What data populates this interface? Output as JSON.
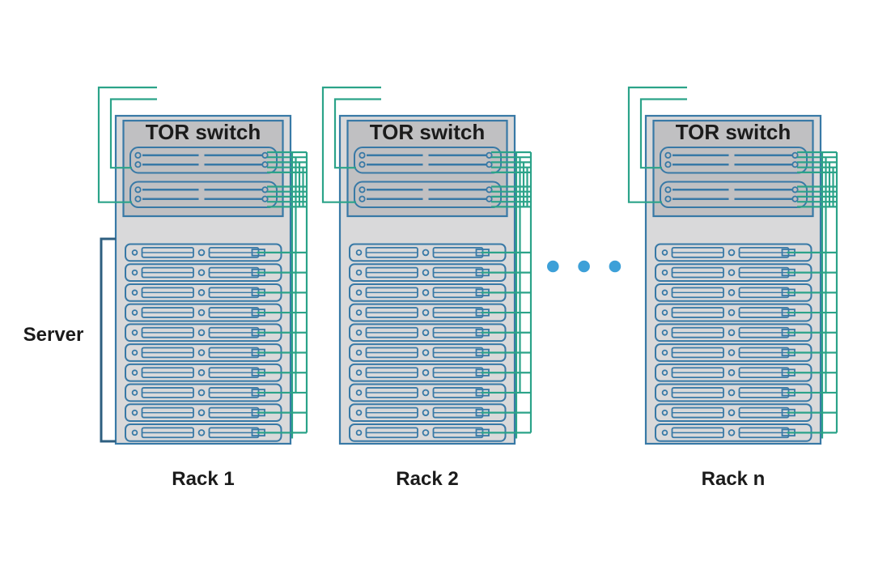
{
  "diagram": {
    "type": "datacenter-rack-topology",
    "server_group_label": "Server",
    "racks": [
      {
        "label": "Rack 1",
        "tor_label": "TOR switch"
      },
      {
        "label": "Rack 2",
        "tor_label": "TOR switch"
      },
      {
        "label": "Rack n",
        "tor_label": "TOR switch"
      }
    ],
    "servers_per_rack": 10,
    "switch_units_per_rack": 2,
    "port_rows_per_switch_unit": 2,
    "links_per_switch_unit": 5,
    "ellipsis_dot_count": 3,
    "colors": {
      "connection_green": "#2ba389",
      "hardware_outline_blue": "#3879a6",
      "bracket_blue": "#2e5f80",
      "rack_fill": "#d9d9da",
      "tor_box_fill": "#c0c0c2",
      "ellipsis_dot_blue": "#3da0d8",
      "label_text": "#1b1b1b",
      "background": "#ffffff"
    }
  }
}
